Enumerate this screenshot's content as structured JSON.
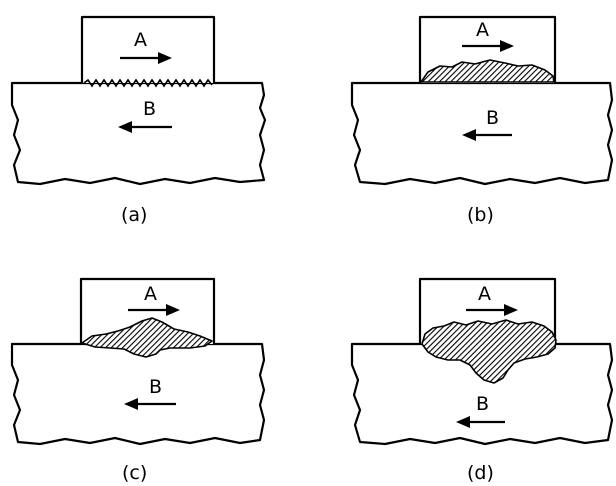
{
  "panels": [
    {
      "id": "a",
      "caption": "(a)",
      "upper_label": "A",
      "lower_label": "B"
    },
    {
      "id": "b",
      "caption": "(b)",
      "upper_label": "A",
      "lower_label": "B"
    },
    {
      "id": "c",
      "caption": "(c)",
      "upper_label": "A",
      "lower_label": "B"
    },
    {
      "id": "d",
      "caption": "(d)",
      "upper_label": "A",
      "lower_label": "B"
    }
  ],
  "colors": {
    "line": "#000000",
    "fill": "#ffffff"
  }
}
